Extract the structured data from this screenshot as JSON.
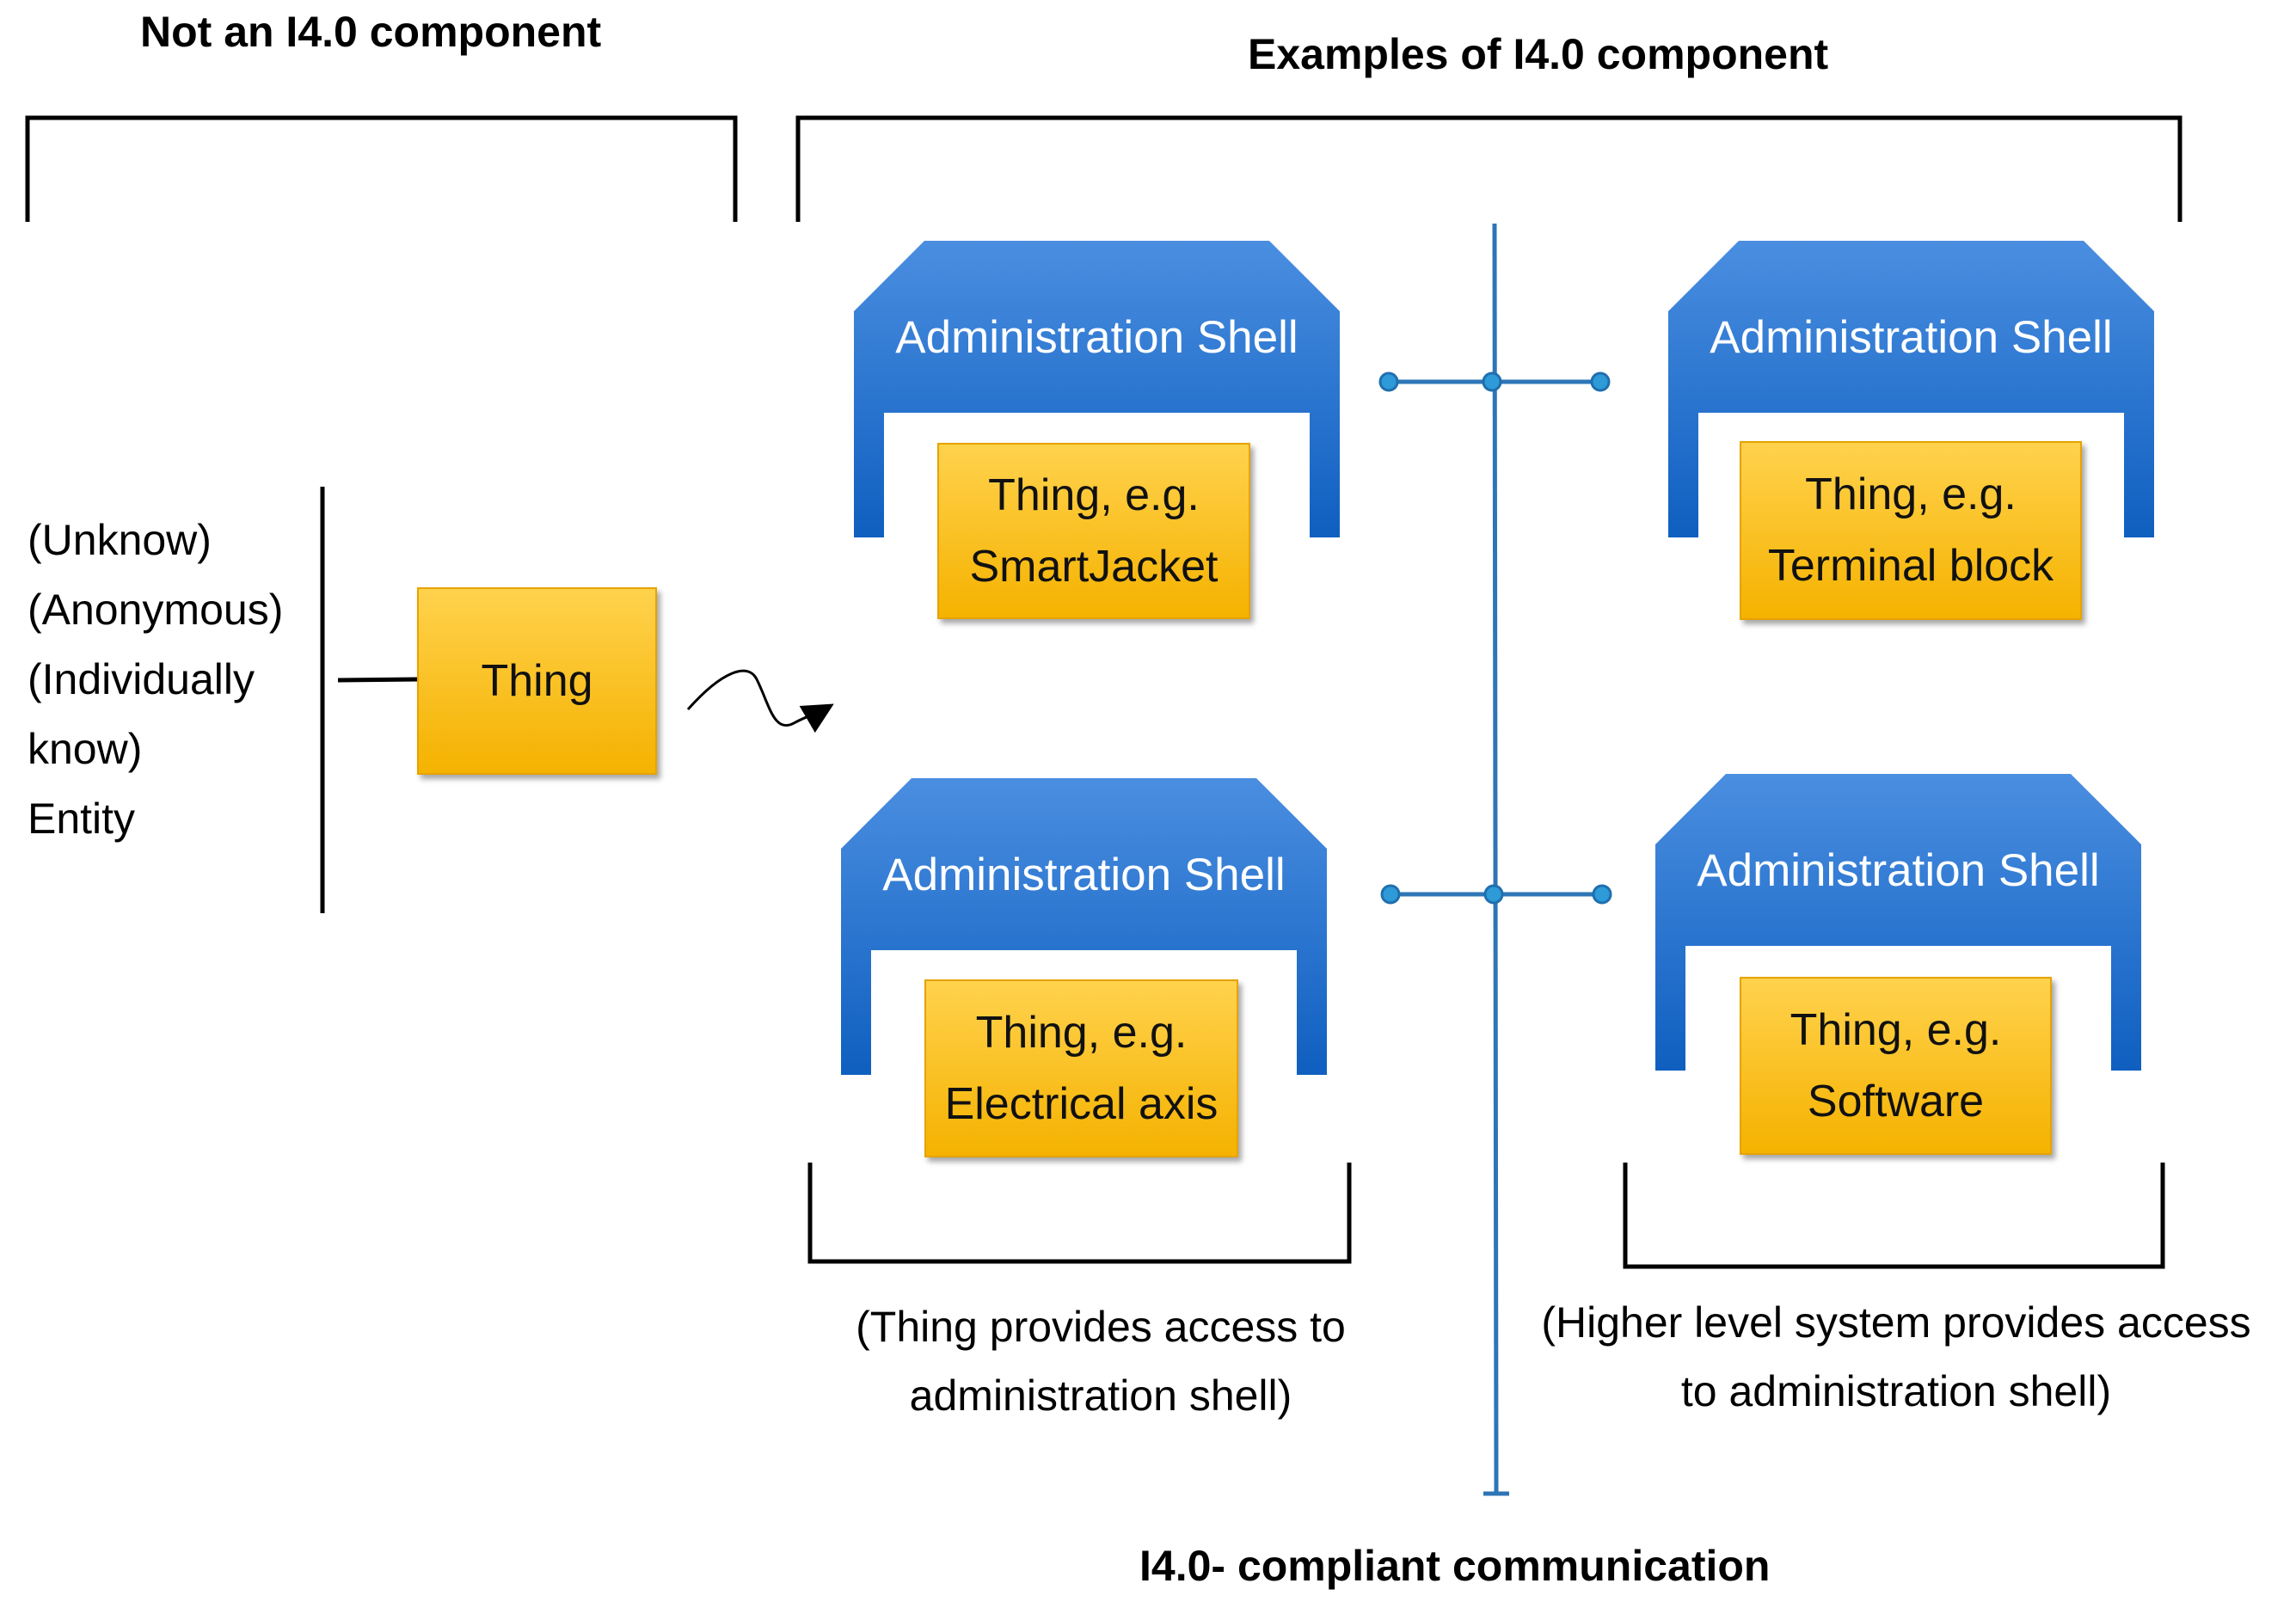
{
  "headings": {
    "not_component": "Not an I4.0 component",
    "examples": "Examples of I4.0 component",
    "communication": "I4.0- compliant communication"
  },
  "entity_states": [
    "(Unknow)",
    "(Anonymous)",
    "(Individually",
    "know)",
    "Entity"
  ],
  "thing": "Thing",
  "shell_label": "Administration Shell",
  "components": [
    {
      "line1": "Thing, e.g.",
      "line2": "SmartJacket"
    },
    {
      "line1": "Thing, e.g.",
      "line2": "Terminal block"
    },
    {
      "line1": "Thing, e.g.",
      "line2": "Electrical axis"
    },
    {
      "line1": "Thing, e.g.",
      "line2": "Software"
    }
  ],
  "captions": {
    "left": {
      "line1": "(Thing provides access to",
      "line2": "administration shell)"
    },
    "right": {
      "line1": "(Higher level system provides access",
      "line2": "to administration shell)"
    }
  },
  "colors": {
    "shell_blue": "#1f6fce",
    "thing_orange": "#fbbf1a",
    "bus_blue": "#2e75b6"
  }
}
